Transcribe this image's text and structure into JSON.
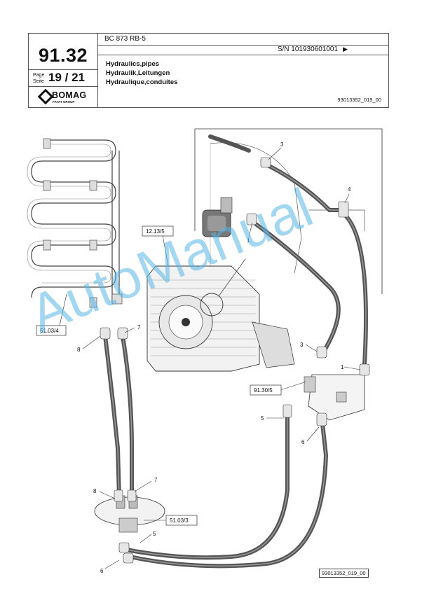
{
  "header": {
    "model": "BC 873 RB-5",
    "serial": "S/N 101930601001",
    "serial_arrow": "▶",
    "group_number": "91.32",
    "page_label_1": "Page",
    "page_label_2": "Seite",
    "page": "19 / 21",
    "title_en": "Hydraulics,pipes",
    "title_de": "Hydraulik,Leitungen",
    "title_fr": "Hydraulique,conduites",
    "doc_code": "93013352_019_00",
    "logo_text": "BOMAG",
    "logo_subtext": "FAYAT GROUP"
  },
  "diagram": {
    "references": [
      "12.13/5",
      "51.03/4",
      "91.30/5",
      "51.03/3"
    ],
    "callouts": [
      "1",
      "1",
      "3",
      "3",
      "4",
      "5",
      "5",
      "6",
      "6",
      "7",
      "7",
      "8",
      "8"
    ],
    "figure_code": "93013352_019_00",
    "watermark": "AutoManual",
    "colors": {
      "hose": "#555555",
      "hose_highlight": "#9a9a9a",
      "line": "#333333",
      "watermark": "#56b4e6"
    }
  }
}
